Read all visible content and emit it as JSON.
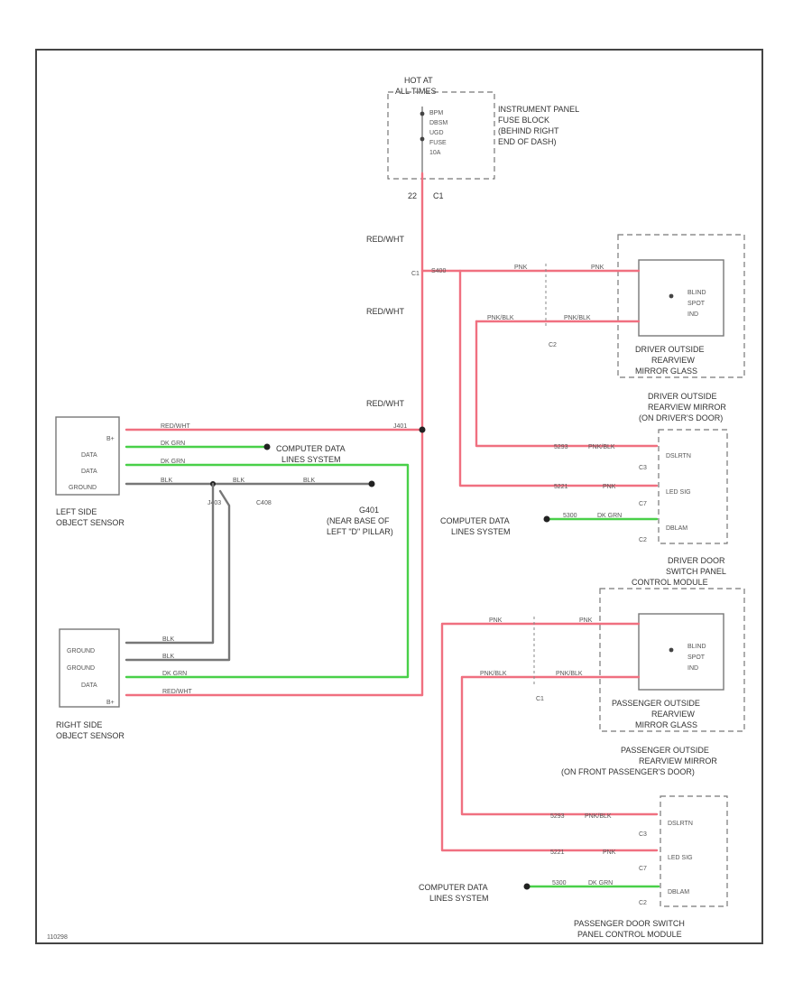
{
  "colors": {
    "red_wht": "#f07080",
    "pnk": "#f07080",
    "dk_grn": "#49d049",
    "blk": "#777777",
    "frame": "#444444"
  },
  "fuse": {
    "header_1": "HOT AT",
    "header_2": "ALL TIMES",
    "lines": [
      "BPM",
      "DBSM",
      "UGD",
      "FUSE",
      "10A"
    ],
    "terminal": "22",
    "terminal_2": "C1",
    "block_lines": [
      "INSTRUMENT PANEL",
      "FUSE BLOCK",
      "(BEHIND RIGHT",
      "END OF DASH)"
    ]
  },
  "wires": {
    "red_wht": "RED/WHT",
    "dk_grn": "DK GRN",
    "blk": "BLK",
    "pnk": "PNK",
    "pnk_blk": "PNK/BLK"
  },
  "splices": {
    "s400": "S400",
    "s401": "J401",
    "s402": "J403",
    "c408": "C408"
  },
  "left_sensor": {
    "pins": [
      "B+",
      "DATA",
      "DATA",
      "GROUND"
    ],
    "name_1": "LEFT SIDE",
    "name_2": "OBJECT SENSOR"
  },
  "right_sensor": {
    "pins": [
      "GROUND",
      "GROUND",
      "DATA",
      "B+"
    ],
    "name_1": "RIGHT SIDE",
    "name_2": "OBJECT SENSOR"
  },
  "data_lines": {
    "line_1": "COMPUTER DATA",
    "line_2": "LINES SYSTEM"
  },
  "ground": {
    "name": "G401",
    "loc_1": "(NEAR BASE OF",
    "loc_2": "LEFT \"D\" PILLAR)"
  },
  "driver_mirror": {
    "indicator_1": "BLIND",
    "indicator_2": "SPOT",
    "indicator_3": "IND",
    "name_1": "DRIVER OUTSIDE",
    "name_2": "REARVIEW",
    "name_3": "MIRROR GLASS",
    "assembly_1": "DRIVER OUTSIDE",
    "assembly_2": "REARVIEW MIRROR",
    "assembly_3": "(ON DRIVER'S DOOR)",
    "connector": "C2"
  },
  "driver_module": {
    "pins": [
      "DSLRTN",
      "LED SIG",
      "DBLAM"
    ],
    "pin_no": [
      "C3",
      "C7",
      "C2"
    ],
    "circuits": [
      "5293",
      "5221",
      "5300"
    ],
    "name_1": "DRIVER DOOR",
    "name_2": "SWITCH PANEL",
    "name_3": "CONTROL MODULE"
  },
  "passenger_mirror": {
    "indicator_1": "BLIND",
    "indicator_2": "SPOT",
    "indicator_3": "IND",
    "name_1": "PASSENGER OUTSIDE",
    "name_2": "REARVIEW",
    "name_3": "MIRROR GLASS",
    "assembly_1": "PASSENGER OUTSIDE",
    "assembly_2": "REARVIEW MIRROR",
    "assembly_3": "(ON FRONT PASSENGER'S DOOR)",
    "connector": "C1"
  },
  "passenger_module": {
    "pins": [
      "DSLRTN",
      "LED SIG",
      "DBLAM"
    ],
    "pin_no": [
      "C3",
      "C7",
      "C2"
    ],
    "circuits": [
      "5293",
      "5221",
      "5300"
    ],
    "name_1": "PASSENGER DOOR SWITCH",
    "name_2": "PANEL CONTROL MODULE"
  },
  "diagram_id": "110298"
}
